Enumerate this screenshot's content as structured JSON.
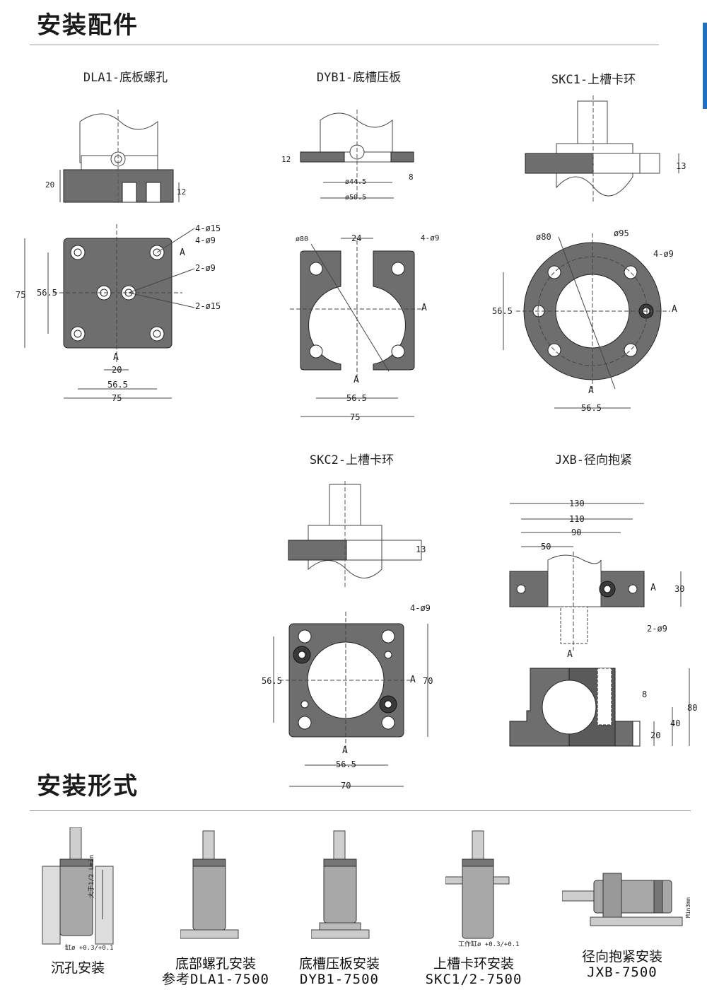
{
  "sections": {
    "accessories_title": "安装配件",
    "forms_title": "安装形式"
  },
  "accessories": [
    {
      "caption": "DLA1-底板螺孔",
      "dims": {
        "h20": "20",
        "h12": "12",
        "side75": "75",
        "side56": "56.5",
        "hole4": "4-ø15",
        "hole4b": "4-ø9",
        "hole2": "2-ø9",
        "hole2b": "2-ø15",
        "a": "A",
        "d20": "20",
        "d56": "56.5",
        "d75": "75"
      }
    },
    {
      "caption": "DYB1-底槽压板",
      "dims": {
        "t12": "12",
        "t8": "8",
        "d445": "ø44.5",
        "d505": "ø50.5",
        "d80": "ø80",
        "w24": "24",
        "holes": "4-ø9",
        "a": "A",
        "d56": "56.5",
        "d75": "75"
      }
    },
    {
      "caption": "SKC1-上槽卡环",
      "dims": {
        "t13": "13",
        "d80": "ø80",
        "d95": "ø95",
        "holes": "4-ø9",
        "h56": "56.5",
        "a": "A",
        "d56": "56.5"
      }
    },
    {
      "caption": "SKC2-上槽卡环",
      "dims": {
        "t13": "13",
        "holes": "4-ø9",
        "h56": "56.5",
        "a": "A",
        "h70": "70",
        "d56": "56.5",
        "d70": "70"
      }
    },
    {
      "caption": "JXB-径向抱紧",
      "dims": {
        "w130": "130",
        "w110": "110",
        "w90": "90",
        "w50": "50",
        "h30": "30",
        "a": "A",
        "holes": "2-ø9",
        "t8": "8",
        "h80": "80",
        "h40": "40",
        "h20": "20"
      }
    }
  ],
  "forms": [
    {
      "line1": "沉孔安装",
      "line2": "",
      "note1": "大于1/2 Lmin",
      "note2": "缸ø +0.3/+0.1"
    },
    {
      "line1": "底部螺孔安装",
      "line2": "参考DLA1-7500"
    },
    {
      "line1": "底槽压板安装",
      "line2": "DYB1-7500"
    },
    {
      "line1": "上槽卡环安装",
      "line2": "SKC1/2-7500",
      "note1": "工作缸ø +0.3/+0.1"
    },
    {
      "line1": "径向抱紧安装",
      "line2": "JXB-7500",
      "note1": "Min3mm"
    }
  ]
}
